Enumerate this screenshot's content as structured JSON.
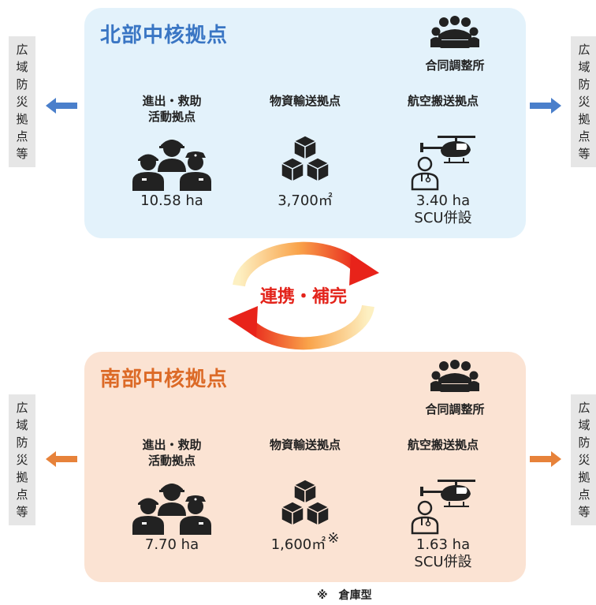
{
  "side_label": {
    "chars": [
      "広",
      "域",
      "防",
      "災",
      "拠",
      "点",
      "等"
    ]
  },
  "north": {
    "title": "北部中核拠点",
    "coord_label": "合同調整所",
    "col1": {
      "line1": "進出・救助",
      "line2": "活動拠点",
      "value": "10.58 ha"
    },
    "col2": {
      "label": "物資輸送拠点",
      "value": "3,700㎡"
    },
    "col3": {
      "label": "航空搬送拠点",
      "value": "3.40 ha",
      "value2": "SCU併設"
    },
    "accent": "#4a7fcb"
  },
  "south": {
    "title": "南部中核拠点",
    "coord_label": "合同調整所",
    "col1": {
      "line1": "進出・救助",
      "line2": "活動拠点",
      "value": "7.70 ha"
    },
    "col2": {
      "label": "物資輸送拠点",
      "value": "1,600㎡",
      "mark": "※"
    },
    "col3": {
      "label": "航空搬送拠点",
      "value": "1.63 ha",
      "value2": "SCU併設"
    },
    "accent": "#e7823a"
  },
  "center": {
    "label": "連携・補完"
  },
  "footnote": "※　倉庫型",
  "colors": {
    "north_bg": "#e3f2fb",
    "south_bg": "#fbe3d3",
    "north_title": "#3a76c4",
    "south_title": "#dc6a27",
    "center_text": "#e3231a"
  },
  "icons": [
    "meeting-icon",
    "rescue-workers-icon",
    "boxes-icon",
    "helicopter-icon",
    "medic-icon",
    "arrow-left-icon",
    "arrow-right-icon",
    "cycle-arrows-icon"
  ]
}
